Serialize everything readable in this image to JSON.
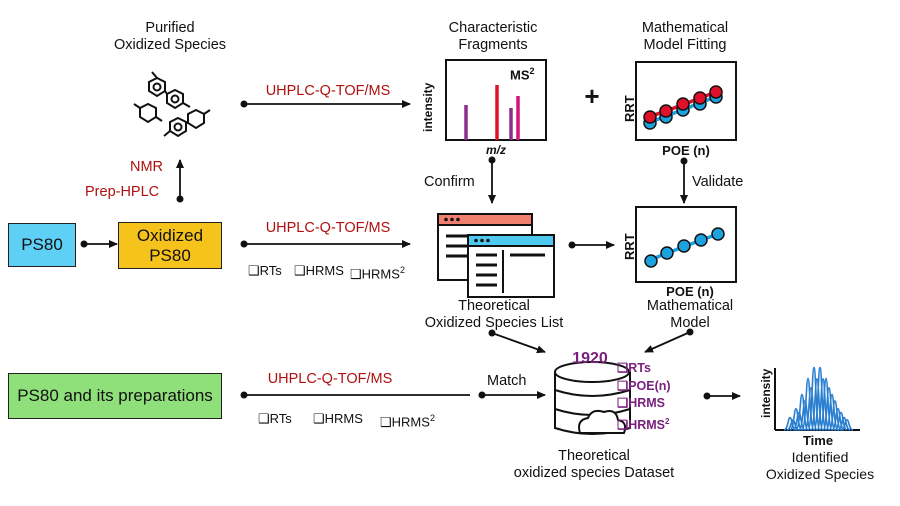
{
  "colors": {
    "red_label": "#b01010",
    "purple_label": "#7a1f7e",
    "ps80_box": "#5ed0f5",
    "oxidized_box": "#f6c21c",
    "preparations_box": "#8fe07a",
    "fit_blue": "#1da2e0",
    "fit_red": "#e0102a",
    "chrom_blue": "#2a7fd0"
  },
  "icons": [
    "molecule-icon",
    "database-icon",
    "cloud-icon",
    "document-window-icon"
  ],
  "labels": {
    "purified": "Purified\nOxidized Species",
    "characteristic": "Characteristic\nFragments",
    "math_fitting": "Mathematical\nModel Fitting",
    "nmr": "NMR",
    "prep_hplc": "Prep-HPLC",
    "uhplc_top": "UHPLC-Q-TOF/MS",
    "uhplc_mid": "UHPLC-Q-TOF/MS",
    "uhplc_bottom": "UHPLC-Q-TOF/MS",
    "confirm": "Confirm",
    "validate": "Validate",
    "plus": "+",
    "ps80": "PS80",
    "oxidized_ps80": "Oxidized\nPS80",
    "ps80_preps": "PS80 and its preparations",
    "mid_checks": [
      "❑RTs",
      "❑HRMS",
      "❑HRMS"
    ],
    "bottom_checks": [
      "❑RTs",
      "❑HRMS",
      "❑HRMS"
    ],
    "sup2": "2",
    "theoretical_list": "Theoretical\nOxidized Species List",
    "math_model": "Mathematical\nModel",
    "match": "Match",
    "count": "1920",
    "dataset_checks": [
      "❑RTs",
      "❑POE(n)",
      "❑HRMS",
      "❑HRMS"
    ],
    "dataset_label": "Theoretical\noxidized species Dataset",
    "identified": "Identified\nOxidized Species"
  },
  "ms_plot": {
    "ylabel": "intensity",
    "xlabel": "m/z",
    "tag": "MS",
    "tag_sup": "2"
  },
  "fit_plot": {
    "ylabel": "RRT",
    "xlabel": "POE (n)"
  },
  "model_plot": {
    "ylabel": "RRT",
    "xlabel": "POE (n)"
  },
  "chrom_plot": {
    "ylabel": "intensity",
    "xlabel": "Time"
  }
}
